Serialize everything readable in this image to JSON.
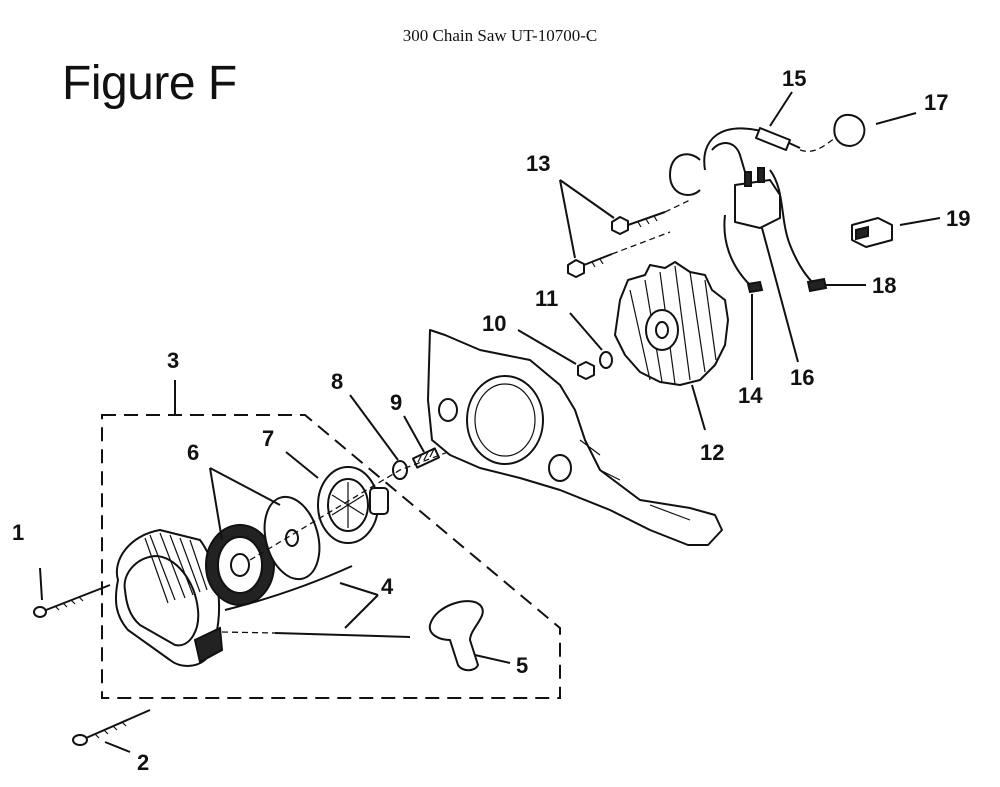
{
  "header": {
    "title": "300 Chain Saw UT-10700-C"
  },
  "figure": {
    "label": "Figure F"
  },
  "callouts": {
    "c1": "1",
    "c2": "2",
    "c3": "3",
    "c4": "4",
    "c5": "5",
    "c6": "6",
    "c7": "7",
    "c8": "8",
    "c9": "9",
    "c10": "10",
    "c11": "11",
    "c12": "12",
    "c13": "13",
    "c14": "14",
    "c15": "15",
    "c16": "16",
    "c17": "17",
    "c18": "18",
    "c19": "19"
  }
}
